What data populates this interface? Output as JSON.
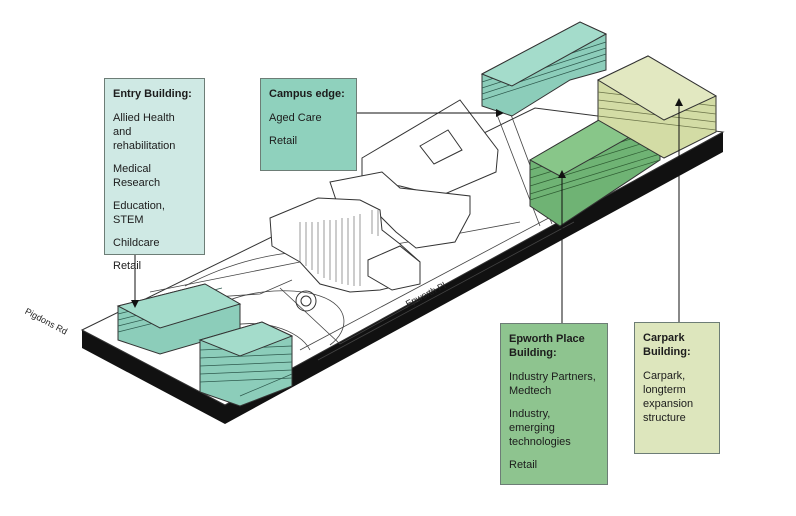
{
  "labels": {
    "entry": {
      "title": "Entry Building:",
      "items": [
        "Allied Health and rehabilitation",
        "Medical Research",
        "Education, STEM",
        "Childcare",
        "Retail"
      ]
    },
    "campus_edge": {
      "title": "Campus edge:",
      "items": [
        "Aged Care",
        "Retail"
      ]
    },
    "epworth": {
      "title": "Epworth Place Building:",
      "items": [
        "Industry Partners, Medtech",
        "Industry, emerging technologies",
        "Retail"
      ]
    },
    "carpark": {
      "title": "Carpark Building:",
      "items": [
        "Carpark, longterm expansion structure"
      ]
    }
  },
  "roads": {
    "pigdons": "Pigdons Rd",
    "epworth_pl": "Epworth Pl"
  },
  "colors": {
    "entry_fill": "#cfe9e4",
    "entry_building": "#9fd8c6",
    "campus_edge_fill": "#8fd1bd",
    "epworth_fill": "#8ec48f",
    "epworth_building": "#86c487",
    "carpark_fill": "#dde6bd",
    "carpark_building": "#dde3b3",
    "plinth": "#111111"
  }
}
